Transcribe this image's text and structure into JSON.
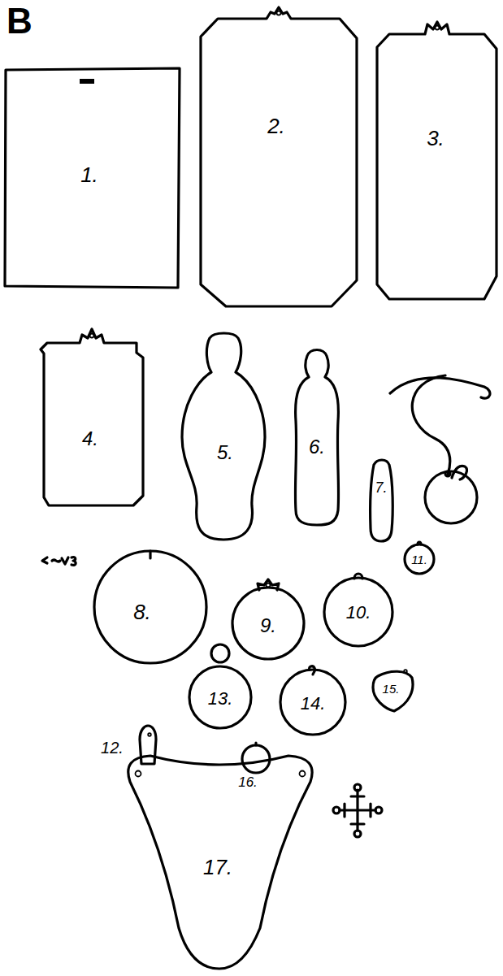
{
  "diagram": {
    "nodes": [
      {
        "text": [
          "1."
        ]
      },
      {
        "text": [
          "2."
        ]
      },
      {
        "text": [
          "3."
        ]
      },
      {
        "text": [
          "4."
        ]
      },
      {
        "text": [
          "5."
        ]
      },
      {
        "text": [
          "6."
        ]
      },
      {
        "text": [
          "7."
        ]
      },
      {
        "text": [
          "11."
        ]
      },
      {
        "text": [
          "8."
        ]
      },
      {
        "text": [
          "9."
        ]
      },
      {
        "text": [
          "10."
        ]
      },
      {
        "text": [
          "13."
        ]
      },
      {
        "text": [
          "14."
        ]
      },
      {
        "text": [
          "15."
        ]
      },
      {
        "text": [
          "12."
        ]
      },
      {
        "text": [
          "16."
        ]
      },
      {
        "text": [
          "17."
        ]
      }
    ],
    "labels": [
      "B"
    ]
  }
}
